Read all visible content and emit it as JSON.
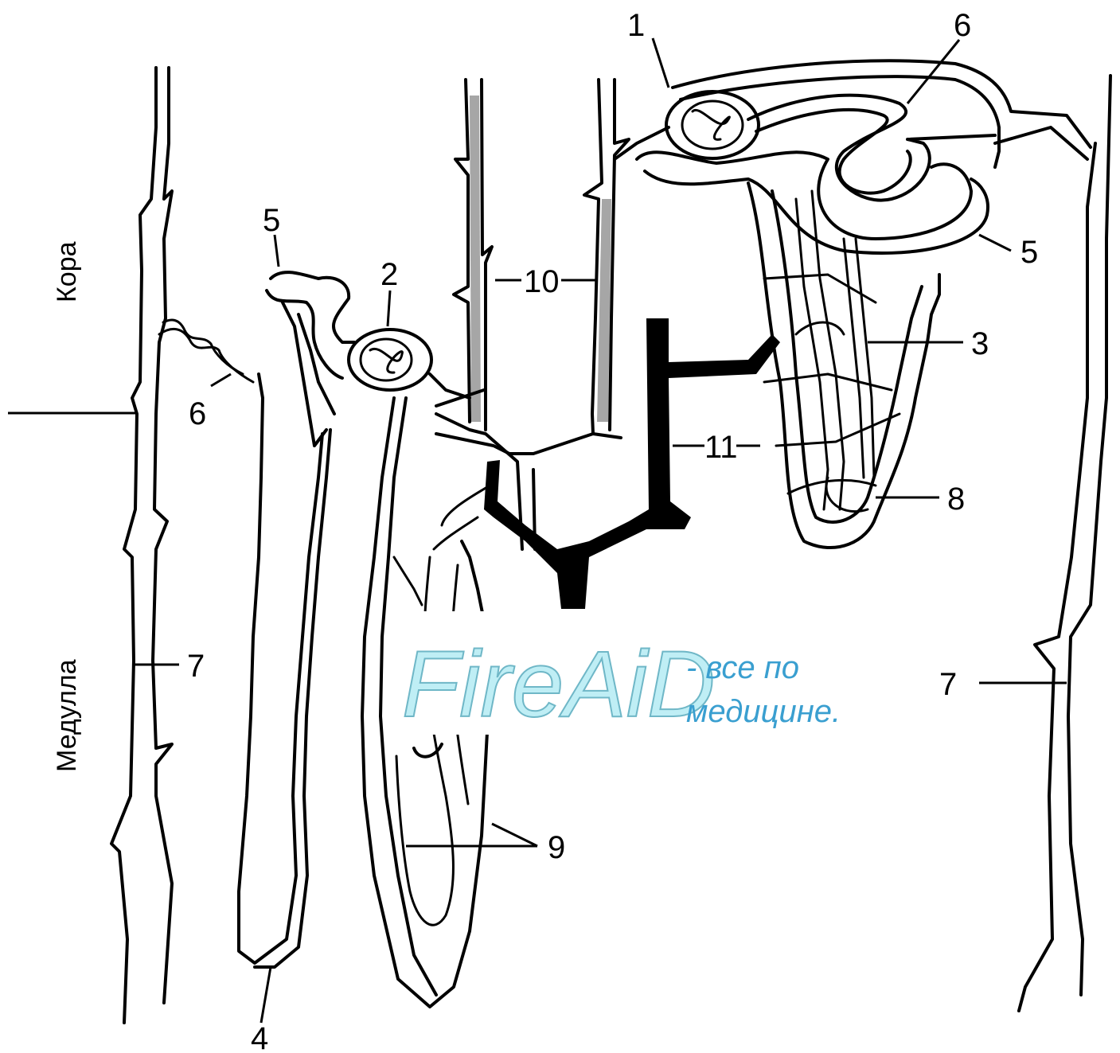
{
  "zones": {
    "cortex": "Кора",
    "medulla": "Медулла"
  },
  "labels": {
    "l1": "1",
    "l2": "2",
    "l3": "3",
    "l4": "4",
    "l5a": "5",
    "l5b": "5",
    "l6a": "6",
    "l6b": "6",
    "l7a": "7",
    "l7b": "7",
    "l8": "8",
    "l9": "9",
    "l10": "10",
    "l11": "11"
  },
  "watermark": {
    "logo": "FireAiD",
    "line1": "- все по",
    "line2": "медицине."
  }
}
